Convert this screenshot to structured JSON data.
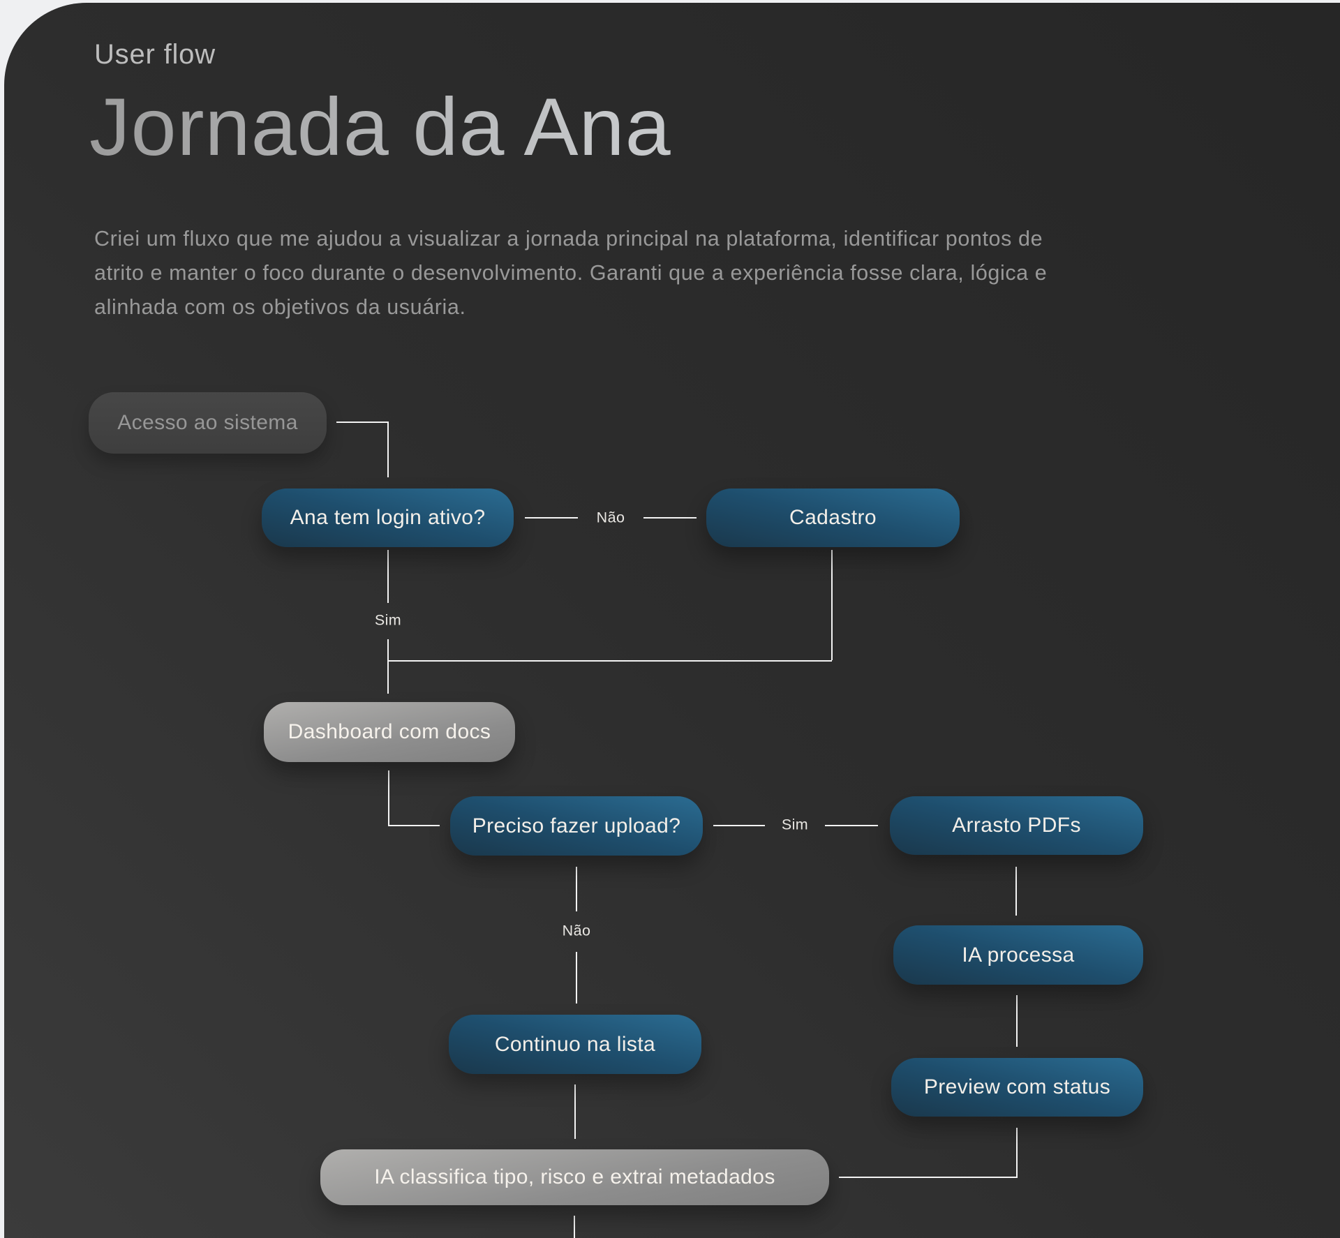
{
  "header": {
    "eyebrow": "User flow",
    "title": "Jornada da Ana",
    "description": "Criei um fluxo que me ajudou a visualizar a jornada principal na plataforma, identificar pontos de\natrito e manter o foco durante o desenvolvimento. Garanti que a experiência fosse clara, lógica e\nalinhada com os objetivos da usuária."
  },
  "flow": {
    "nodes": [
      {
        "id": "acesso",
        "label": "Acesso ao sistema",
        "style": "muted"
      },
      {
        "id": "ana-login",
        "label": "Ana tem login ativo?",
        "style": "blue"
      },
      {
        "id": "cadastro",
        "label": "Cadastro",
        "style": "blue"
      },
      {
        "id": "dashboard",
        "label": "Dashboard com docs",
        "style": "light"
      },
      {
        "id": "preciso-upload",
        "label": "Preciso fazer upload?",
        "style": "blue"
      },
      {
        "id": "arrasto-pdfs",
        "label": "Arrasto PDFs",
        "style": "blue"
      },
      {
        "id": "ia-processa",
        "label": "IA processa",
        "style": "blue"
      },
      {
        "id": "continuo-lista",
        "label": "Continuo na lista",
        "style": "blue"
      },
      {
        "id": "preview-status",
        "label": "Preview com status",
        "style": "blue"
      },
      {
        "id": "ia-classifica",
        "label": "IA classifica tipo, risco e extrai metadados",
        "style": "light"
      }
    ],
    "edge_labels": [
      {
        "id": "nao-login",
        "text": "Não"
      },
      {
        "id": "sim-login",
        "text": "Sim"
      },
      {
        "id": "sim-upload",
        "text": "Sim"
      },
      {
        "id": "nao-upload",
        "text": "Não"
      }
    ]
  },
  "colors": {
    "page_bg": "#eff0f2",
    "card_bg": "#2d2d2d",
    "node_blue": "#2b6c92",
    "node_light": "#9a9a9a",
    "node_muted": "#424242",
    "line": "#f4f4f4"
  }
}
